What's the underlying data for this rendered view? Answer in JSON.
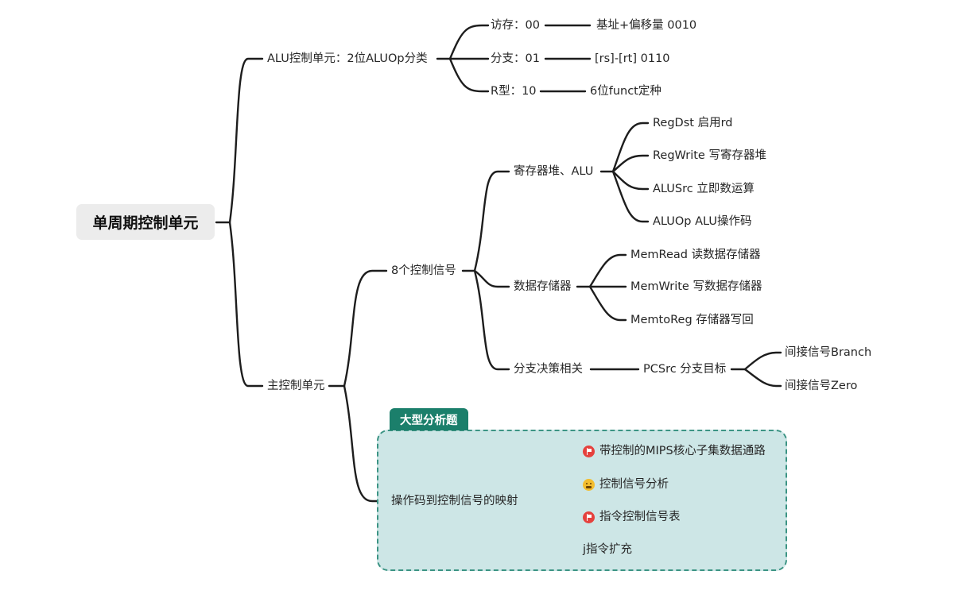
{
  "mindmap": {
    "root": "单周期控制单元",
    "alu_branch": {
      "title": "ALU控制单元：2位ALUOp分类",
      "items": [
        {
          "label": "访存：00",
          "detail": "基址+偏移量 0010"
        },
        {
          "label": "分支：01",
          "detail": "[rs]-[rt] 0110"
        },
        {
          "label": "R型：10",
          "detail": "6位funct定种"
        }
      ]
    },
    "main_branch": {
      "title": "主控制单元",
      "signals": {
        "title": "8个控制信号",
        "regfile": {
          "title": "寄存器堆、ALU",
          "items": [
            "RegDst 启用rd",
            "RegWrite 写寄存器堆",
            "ALUSrc 立即数运算",
            "ALUOp ALU操作码"
          ]
        },
        "datamem": {
          "title": "数据存储器",
          "items": [
            "MemRead 读数据存储器",
            "MemWrite 写数据存储器",
            "MemtoReg 存储器写回"
          ]
        },
        "branch": {
          "title": "分支决策相关",
          "pcsrc": "PCSrc 分支目标",
          "items": [
            "间接信号Branch",
            "间接信号Zero"
          ]
        }
      },
      "mapping": {
        "title": "操作码到控制信号的映射",
        "tag": "大型分析题",
        "items": [
          {
            "label": "带控制的MIPS核心子集数据通路",
            "icon": "red-flag-icon"
          },
          {
            "label": "控制信号分析",
            "icon": "grinning-face-icon"
          },
          {
            "label": "指令控制信号表",
            "icon": "red-flag-icon"
          },
          {
            "label": "j指令扩充",
            "icon": ""
          }
        ]
      }
    }
  }
}
